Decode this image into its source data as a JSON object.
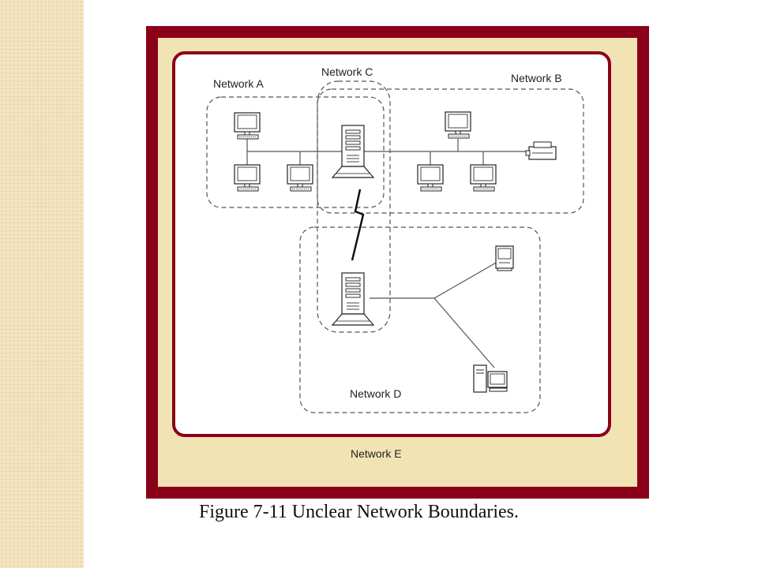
{
  "slide": {
    "caption": "Figure 7-11  Unclear Network Boundaries."
  },
  "diagram": {
    "networks": {
      "a": "Network A",
      "b": "Network B",
      "c": "Network C",
      "d": "Network D",
      "e": "Network E"
    },
    "colors": {
      "frame": "#8b0019",
      "background": "#f2e3b4",
      "network_e_border": "#8b0019",
      "stripe": "#f3e3c0"
    }
  }
}
